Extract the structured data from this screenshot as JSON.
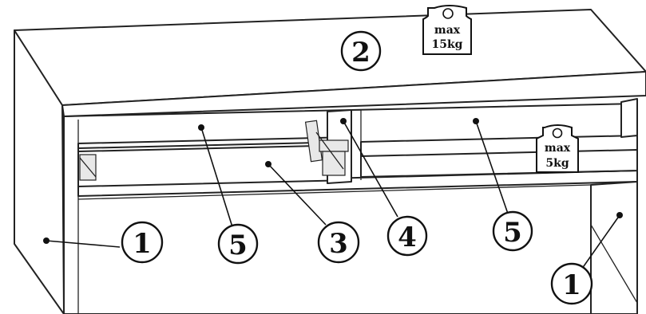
{
  "diagram": {
    "parts": [
      {
        "id": "side-panel-left",
        "label": "1"
      },
      {
        "id": "top-panel",
        "label": "2"
      },
      {
        "id": "drawer-bottom",
        "label": "3"
      },
      {
        "id": "divider-panel",
        "label": "4"
      },
      {
        "id": "shelf-back-left",
        "label": "5"
      },
      {
        "id": "shelf-back-right",
        "label": "5"
      },
      {
        "id": "side-panel-right",
        "label": "1"
      }
    ],
    "weight_limits": [
      {
        "id": "top-limit",
        "line1": "max",
        "line2": "15kg"
      },
      {
        "id": "shelf-limit",
        "line1": "max",
        "line2": "5kg"
      }
    ]
  }
}
